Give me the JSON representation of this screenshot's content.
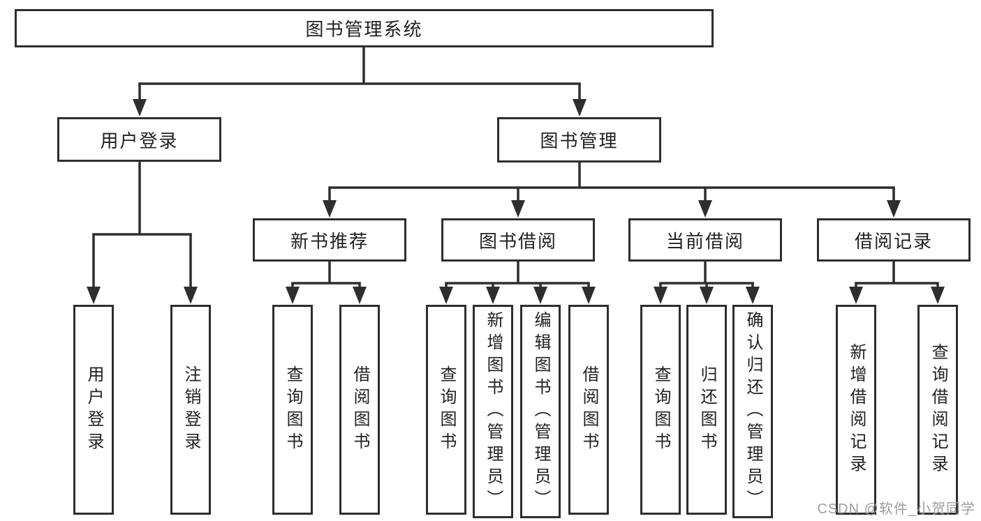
{
  "tree": {
    "label": "图书管理系统",
    "children": [
      {
        "label": "用户登录",
        "children": [
          {
            "label": "用户登录"
          },
          {
            "label": "注销登录"
          }
        ]
      },
      {
        "label": "图书管理",
        "children": [
          {
            "label": "新书推荐",
            "children": [
              {
                "label": "查询图书"
              },
              {
                "label": "借阅图书"
              }
            ]
          },
          {
            "label": "图书借阅",
            "children": [
              {
                "label": "查询图书"
              },
              {
                "label": "新增图书（管理员）"
              },
              {
                "label": "编辑图书（管理员）"
              },
              {
                "label": "借阅图书"
              }
            ]
          },
          {
            "label": "当前借阅",
            "children": [
              {
                "label": "查询图书"
              },
              {
                "label": "归还图书"
              },
              {
                "label": "确认归还（管理员）"
              }
            ]
          },
          {
            "label": "借阅记录",
            "children": [
              {
                "label": "新增借阅记录"
              },
              {
                "label": "查询借阅记录"
              }
            ]
          }
        ]
      }
    ]
  },
  "watermark": "CSDN @软件_小贺同学",
  "colors": {
    "line": "#2e2e2e",
    "text": "#212121",
    "watermark": "#9e9e9e",
    "background": "#ffffff"
  }
}
